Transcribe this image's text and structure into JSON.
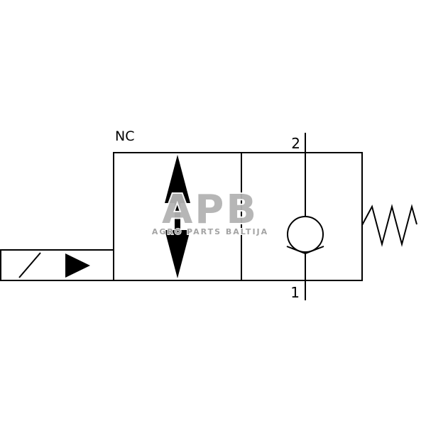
{
  "diagram": {
    "labels": {
      "valve_state": "NC",
      "port_top": "2",
      "port_bottom": "1"
    },
    "watermark": {
      "title": "APB",
      "subtitle": "AGRO PARTS BALTIJA"
    },
    "symbols": [
      "solenoid",
      "two-position-valve-body",
      "double-arrow-flow-path",
      "check-valve",
      "return-spring",
      "port-line"
    ],
    "colors": {
      "line": "#000000",
      "background": "#ffffff",
      "watermark": "#b3b3b3",
      "watermark_sub": "#a0a0a0"
    }
  }
}
